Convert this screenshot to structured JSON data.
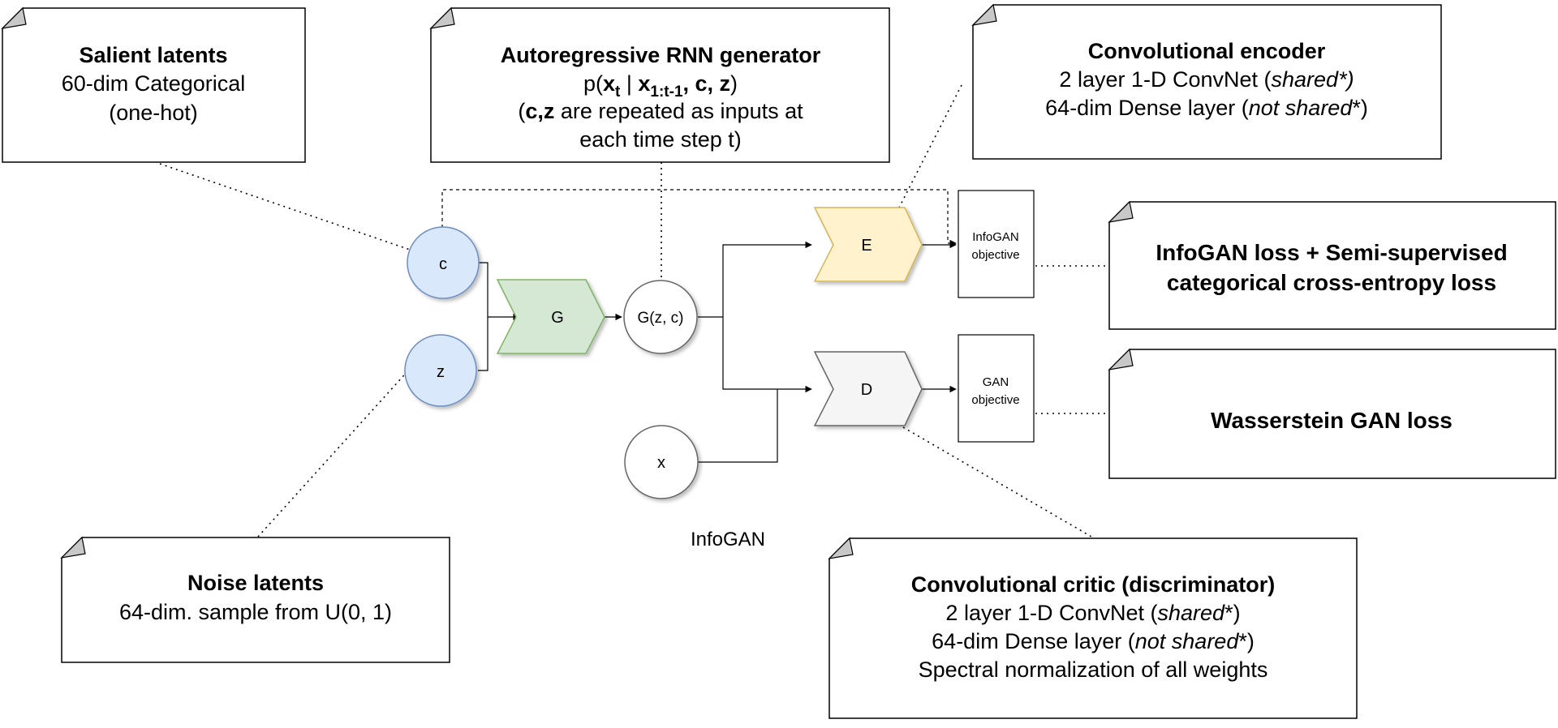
{
  "notes": {
    "salient": {
      "title": "Salient latents",
      "line1": "60-dim Categorical",
      "line2": "(one-hot)"
    },
    "rnn": {
      "title": "Autoregressive RNN generator",
      "formula_p": "p(",
      "formula_xt_x": "x",
      "formula_xt_sub": "t",
      "formula_bar": " | ",
      "formula_x1_x": "x",
      "formula_x1_sub": "1:t-1",
      "formula_cz": ", c, z",
      "formula_close": ")",
      "line2_cz": "c,z",
      "line2_rest": " are repeated as inputs at",
      "line3": "each time step t)",
      "line2_open": "("
    },
    "encoder": {
      "title": "Convolutional encoder",
      "line1_a": "2 layer 1-D ConvNet (",
      "line1_em": "shared*)",
      "line2_a": "64-dim Dense layer (",
      "line2_em": "not shared",
      "line2_b": "*)"
    },
    "infogan_loss": {
      "line1": "InfoGAN loss + Semi-supervised",
      "line2": "categorical cross-entropy loss"
    },
    "wgan_loss": {
      "line1": "Wasserstein GAN loss"
    },
    "noise": {
      "title": "Noise latents",
      "line1": "64-dim. sample from U(0, 1)"
    },
    "critic": {
      "title": "Convolutional critic (discriminator)",
      "line1_a": "2 layer 1-D ConvNet (",
      "line1_em": "shared",
      "line1_b": "*)",
      "line2_a": "64-dim Dense layer (",
      "line2_em": "not shared",
      "line2_b": "*)",
      "line3": "Spectral normalization of all weights"
    }
  },
  "nodes": {
    "c": "c",
    "z": "z",
    "G": "G",
    "Gzc": "G(z, c)",
    "x": "x",
    "E": "E",
    "D": "D",
    "infogan_obj_1": "InfoGAN",
    "infogan_obj_2": "objective",
    "gan_obj_1": "GAN",
    "gan_obj_2": "objective"
  },
  "caption": "InfoGAN",
  "colors": {
    "latent_fill": "#dae8fc",
    "latent_stroke": "#6c8ebf",
    "generator_fill": "#d5e8d4",
    "generator_stroke": "#82b366",
    "encoder_fill": "#fff2cc",
    "encoder_stroke": "#d6b656",
    "critic_fill": "#f5f5f5",
    "critic_stroke": "#666666"
  }
}
